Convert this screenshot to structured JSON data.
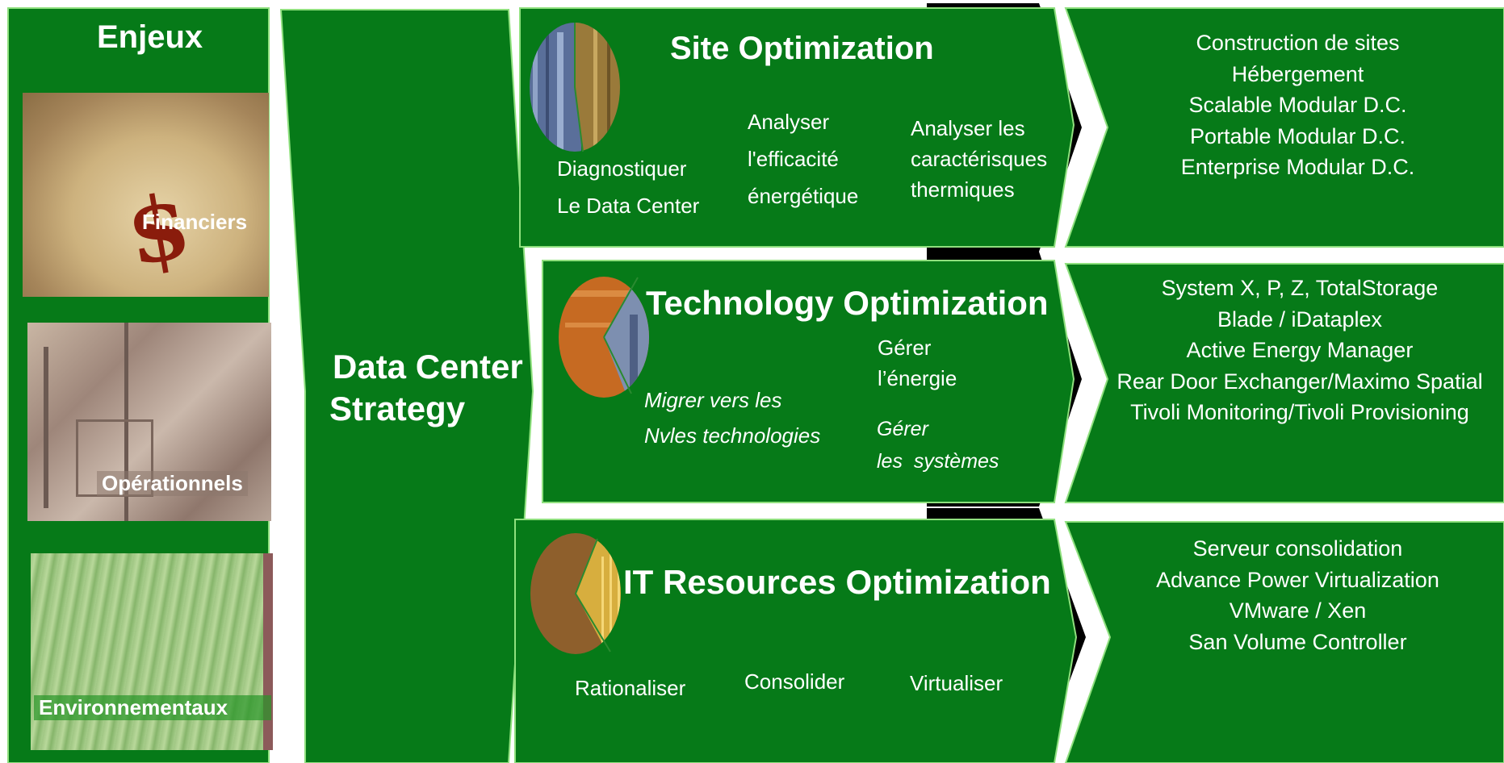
{
  "enjeux": {
    "title": "Enjeux",
    "items": [
      {
        "label": "Financiers"
      },
      {
        "label": "Opérationnels"
      },
      {
        "label": "Environnementaux"
      }
    ]
  },
  "strategy": {
    "line1": "Data Center",
    "line2": "Strategy"
  },
  "optimizations": [
    {
      "title": "Site Optimization",
      "actions": [
        {
          "lines": [
            "Diagnostiquer",
            "Le Data Center"
          ]
        },
        {
          "lines": [
            "Analyser",
            "l'efficacité",
            "énergétique"
          ]
        },
        {
          "lines": [
            "Analyser les",
            "caractérisques",
            "thermiques"
          ]
        }
      ],
      "offerings": [
        "Construction de sites",
        "Hébergement",
        "Scalable Modular D.C.",
        "Portable Modular D.C.",
        "Enterprise Modular D.C."
      ]
    },
    {
      "title": "Technology Optimization",
      "actions": [
        {
          "lines": [
            "Migrer vers les",
            "Nvles technologies"
          ]
        },
        {
          "lines": [
            "Gérer",
            "l’énergie"
          ]
        },
        {
          "lines": [
            "Gérer",
            "les  systèmes"
          ]
        }
      ],
      "offerings": [
        "System X, P, Z, TotalStorage",
        "Blade / iDataplex",
        "Active Energy Manager",
        "Rear Door Exchanger/Maximo Spatial",
        "Tivoli Monitoring/Tivoli Provisioning"
      ]
    },
    {
      "title": "IT Resources Optimization",
      "actions": [
        {
          "lines": [
            "Rationaliser"
          ]
        },
        {
          "lines": [
            "Consolider"
          ]
        },
        {
          "lines": [
            "Virtualiser"
          ]
        }
      ],
      "offerings": [
        "Serveur consolidation",
        "Advance Power Virtualization",
        "VMware / Xen",
        "San Volume Controller"
      ]
    }
  ],
  "colors": {
    "green": "#067a18",
    "outline": "#8fe07e",
    "shadow": "#000000"
  }
}
